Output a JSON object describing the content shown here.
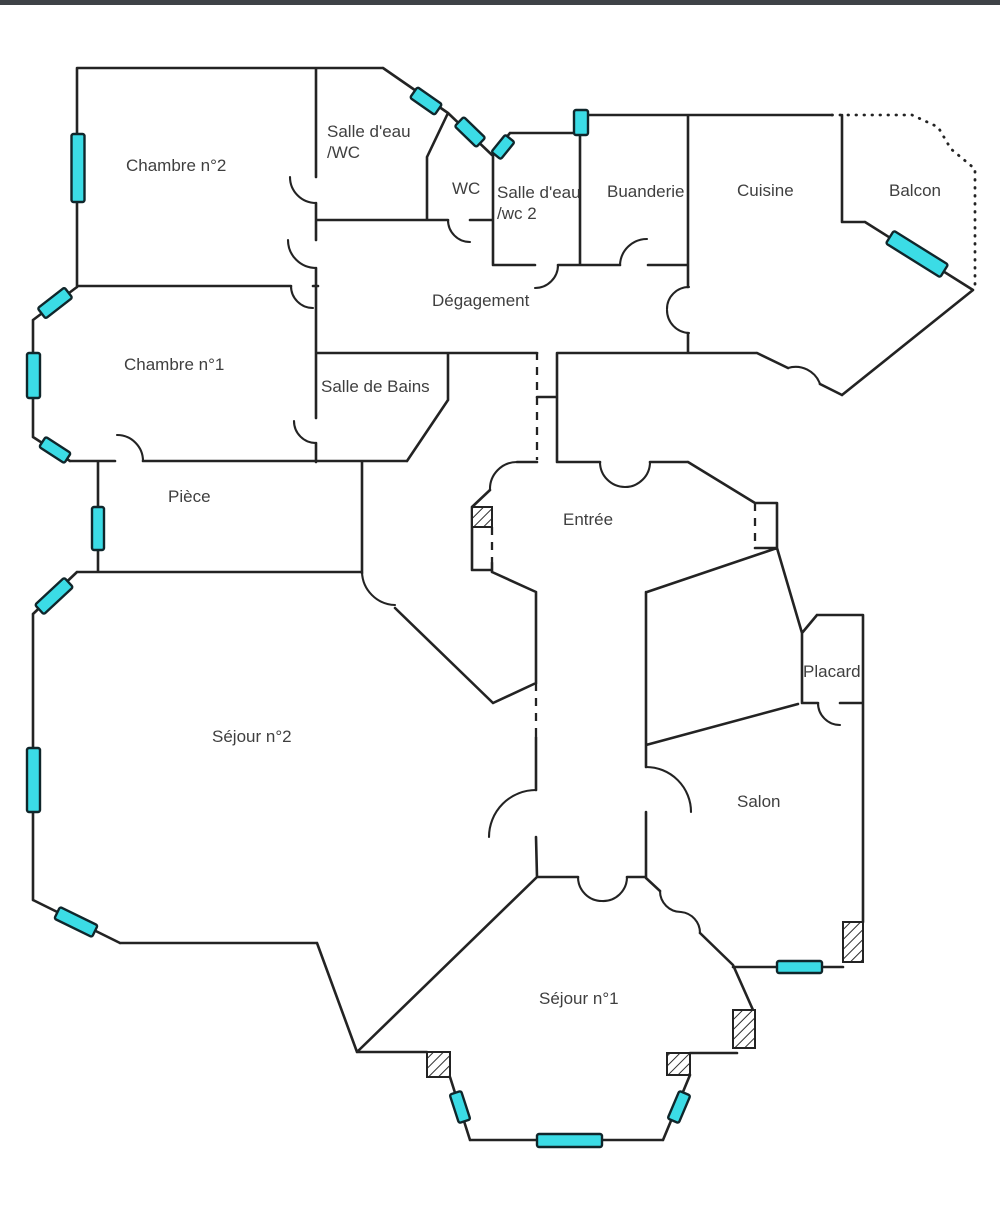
{
  "plan": {
    "colors": {
      "wall": "#232323",
      "window_fill": "#3bdce6",
      "window_stroke": "#10262b",
      "hatch_pillar": "#2e2e2e",
      "label_text": "#3f3f3f",
      "top_bar": "#3e4247",
      "background": "#ffffff"
    },
    "labels": [
      {
        "id": "chambre2",
        "text": "Chambre n°2"
      },
      {
        "id": "salle-eau-wc-l1",
        "text": "Salle d'eau"
      },
      {
        "id": "salle-eau-wc-l2",
        "text": "/WC"
      },
      {
        "id": "wc",
        "text": "WC"
      },
      {
        "id": "salle-eau-wc2-l1",
        "text": "Salle d'eau"
      },
      {
        "id": "salle-eau-wc2-l2",
        "text": "/wc 2"
      },
      {
        "id": "buanderie",
        "text": "Buanderie"
      },
      {
        "id": "cuisine",
        "text": "Cuisine"
      },
      {
        "id": "balcon",
        "text": "Balcon"
      },
      {
        "id": "degagement",
        "text": "Dégagement"
      },
      {
        "id": "chambre1",
        "text": "Chambre n°1"
      },
      {
        "id": "salle-de-bains",
        "text": "Salle de Bains"
      },
      {
        "id": "piece",
        "text": "Pièce"
      },
      {
        "id": "entree",
        "text": "Entrée"
      },
      {
        "id": "sejour2",
        "text": "Séjour n°2"
      },
      {
        "id": "placard",
        "text": "Placard"
      },
      {
        "id": "salon",
        "text": "Salon"
      },
      {
        "id": "sejour1",
        "text": "Séjour n°1"
      }
    ]
  }
}
